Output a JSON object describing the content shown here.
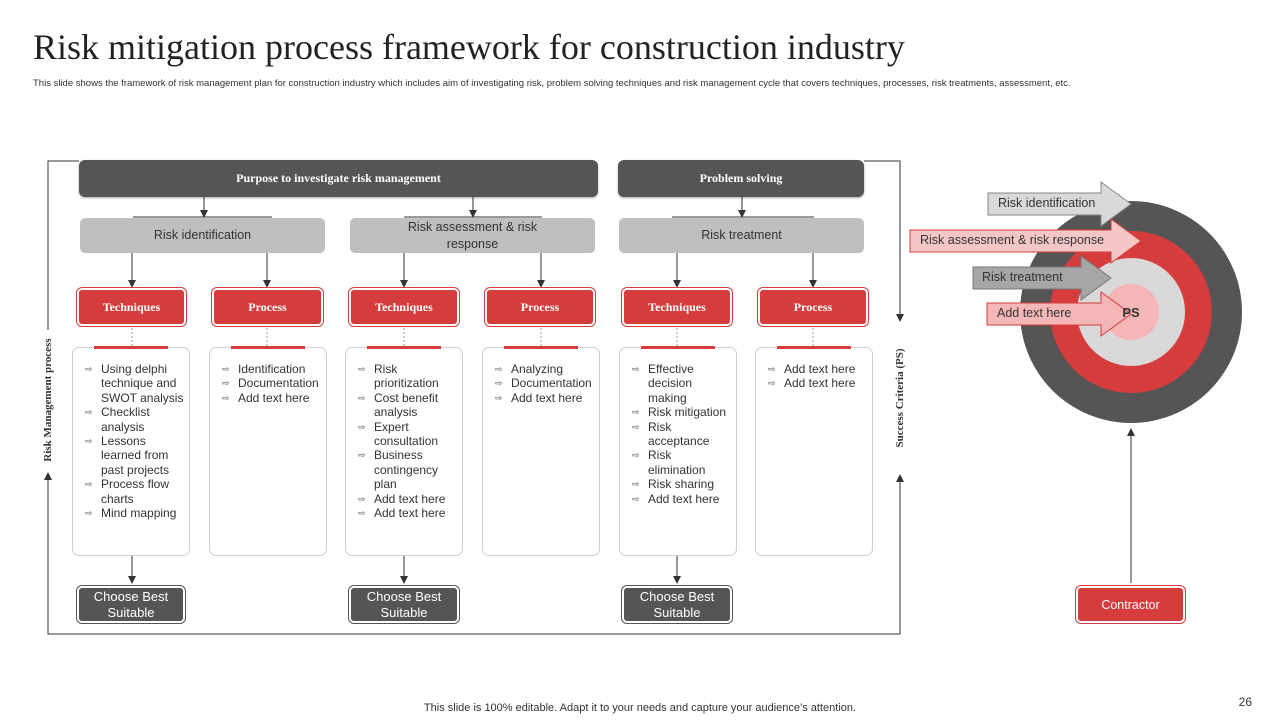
{
  "title": "Risk mitigation process framework for construction industry",
  "subtitle": "This slide shows the framework of risk management plan  for construction industry which includes aim of investigating risk, problem solving techniques and risk management  cycle that covers techniques, processes, risk treatments, assessment, etc.",
  "headers": {
    "purpose": "Purpose to investigate risk management",
    "problem": "Problem solving"
  },
  "groups": [
    {
      "label": "Risk identification"
    },
    {
      "label": "Risk assessment & risk response"
    },
    {
      "label": "Risk treatment"
    }
  ],
  "buttons": {
    "techniques": "Techniques",
    "process": "Process"
  },
  "cards": [
    {
      "items": [
        "Using delphi technique and SWOT analysis",
        "Checklist analysis",
        "Lessons learned from past projects",
        "Process flow charts",
        "Mind mapping"
      ]
    },
    {
      "items": [
        "Identification",
        "Documentation",
        "Add text here"
      ]
    },
    {
      "items": [
        "Risk prioritization",
        "Cost benefit analysis",
        "Expert consultation",
        "Business contingency plan",
        "Add text here",
        "Add text here"
      ]
    },
    {
      "items": [
        "Analyzing",
        "Documentation",
        "Add text here"
      ]
    },
    {
      "items": [
        "Effective decision making",
        "Risk mitigation",
        "Risk acceptance",
        "Risk elimination",
        "Risk sharing",
        "Add text here"
      ]
    },
    {
      "items": [
        "Add text here",
        "Add text here"
      ]
    }
  ],
  "choose": {
    "line1": "Choose Best",
    "line2": "Suitable"
  },
  "side_labels": {
    "left": "Risk Management  process",
    "right": "Success Criteria (PS)"
  },
  "target": {
    "arrows": [
      "Risk identification",
      "Risk assessment & risk response",
      "Risk treatment",
      "Add text here"
    ],
    "center": "PS",
    "contractor": "Contractor"
  },
  "colors": {
    "red": "#d63c3c",
    "dark": "#555555",
    "grey": "#bfbfbf",
    "light_red": "#f4b6b6"
  },
  "footer": "This slide is 100% editable. Adapt it to your needs and capture your audience’s attention.",
  "page_number": "26"
}
